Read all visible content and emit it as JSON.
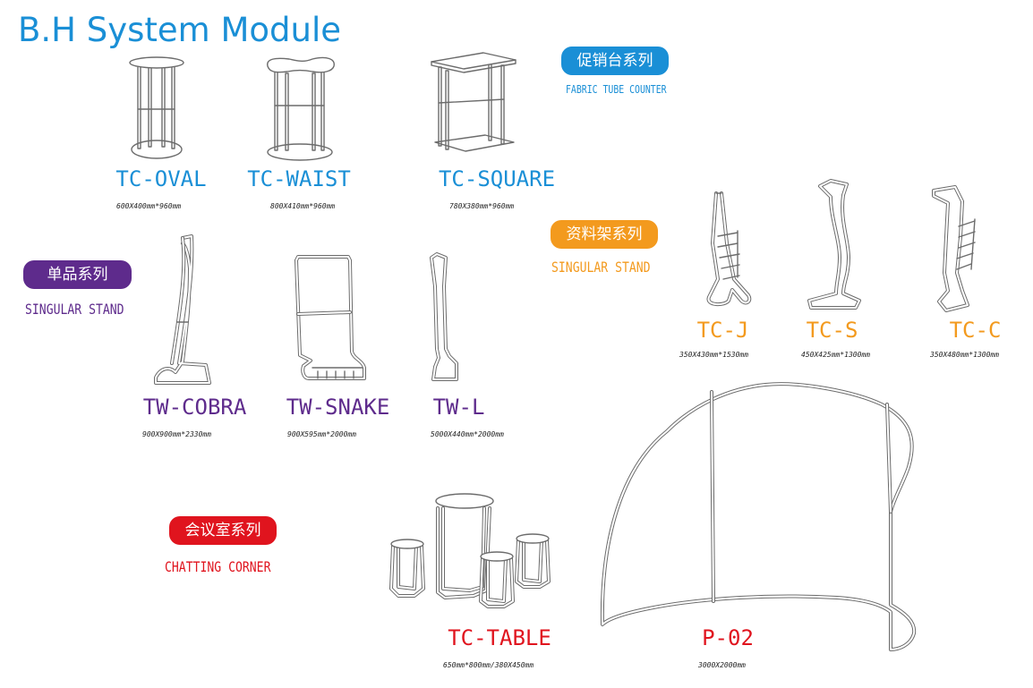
{
  "title": "B.H System Module",
  "colors": {
    "title": "#1a8fd6",
    "blue": "#1a8fd6",
    "orange": "#f39a1e",
    "purple": "#5e2b8c",
    "red": "#e0141e"
  },
  "series": {
    "counter": {
      "cn": "促销台系列",
      "en": "FABRIC TUBE COUNTER"
    },
    "rack": {
      "cn": "资料架系列",
      "en": "SINGULAR STAND"
    },
    "single": {
      "cn": "单品系列",
      "en": "SINGULAR STAND"
    },
    "meeting": {
      "cn": "会议室系列",
      "en": "CHATTING CORNER"
    }
  },
  "products": {
    "tc_oval": {
      "code": "TC-OVAL",
      "size": "600X400mm*960mm",
      "icon": "oval-counter-illustration"
    },
    "tc_waist": {
      "code": "TC-WAIST",
      "size": "800X410mm*960mm",
      "icon": "waist-counter-illustration"
    },
    "tc_square": {
      "code": "TC-SQUARE",
      "size": "780X380mm*960mm",
      "icon": "square-counter-illustration"
    },
    "tc_j": {
      "code": "TC-J",
      "size": "350X430mm*1530mm",
      "icon": "j-rack-illustration"
    },
    "tc_s": {
      "code": "TC-S",
      "size": "450X425mm*1300mm",
      "icon": "s-rack-illustration"
    },
    "tc_c": {
      "code": "TC-C",
      "size": "350X480mm*1300mm",
      "icon": "c-rack-illustration"
    },
    "tw_cobra": {
      "code": "TW-COBRA",
      "size": "900X900mm*2330mm",
      "icon": "cobra-stand-illustration"
    },
    "tw_snake": {
      "code": "TW-SNAKE",
      "size": "900X595mm*2000mm",
      "icon": "snake-stand-illustration"
    },
    "tw_l": {
      "code": "TW-L",
      "size": "5000X440mm*2000mm",
      "icon": "l-stand-illustration"
    },
    "tc_table": {
      "code": "TC-TABLE",
      "size": "650mm*800mm/380X450mm",
      "icon": "table-stools-illustration"
    },
    "p_02": {
      "code": "P-02",
      "size": "3000X2000mm",
      "icon": "curved-wall-illustration"
    }
  }
}
